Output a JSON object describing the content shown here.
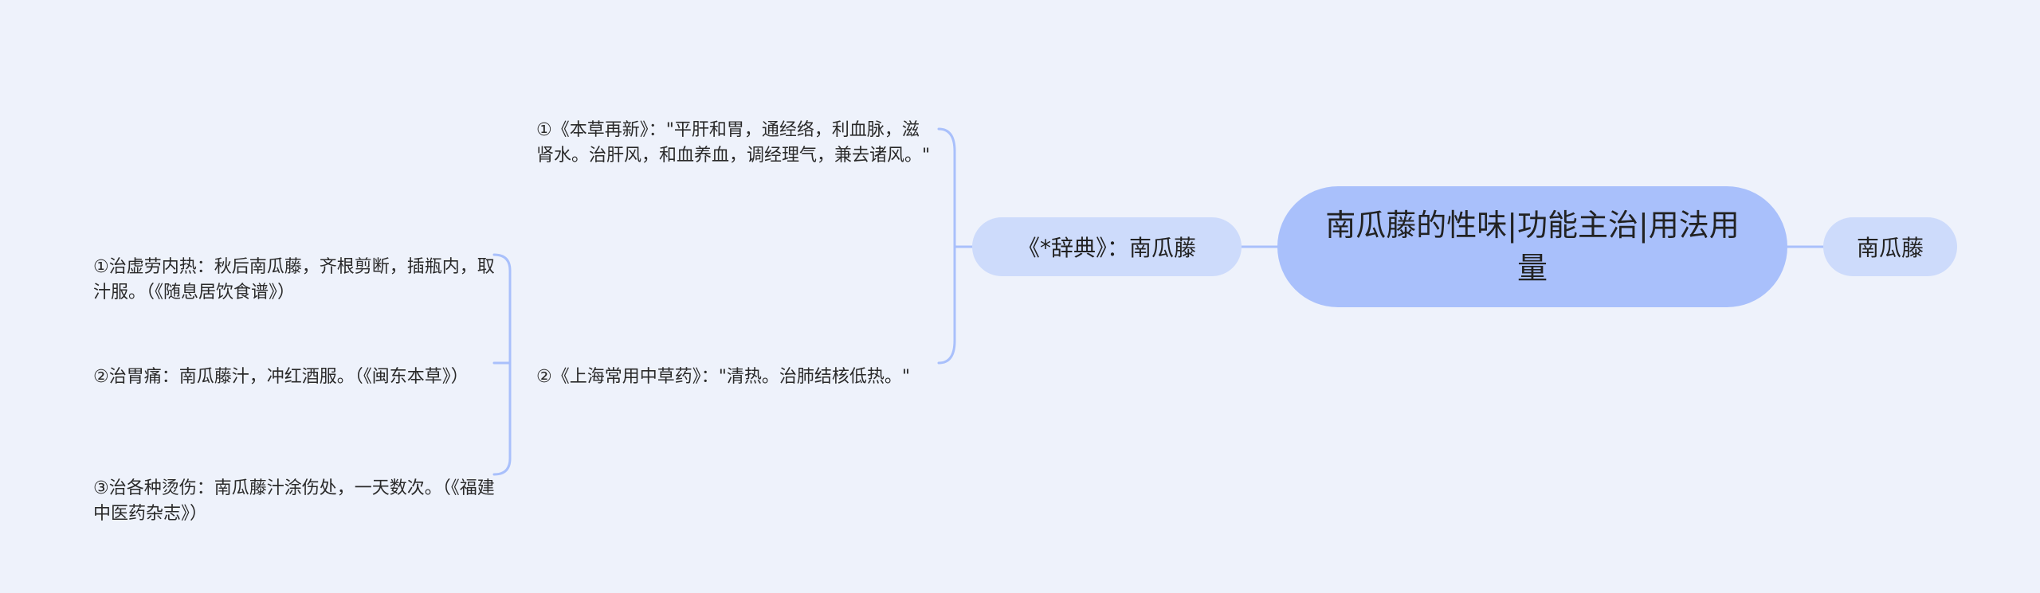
{
  "mindmap": {
    "root": {
      "label": "南瓜藤的性味|功能主治|用法用量"
    },
    "right_branch": {
      "label": "南瓜藤"
    },
    "left_branch": {
      "label": "《*辞典》：南瓜藤",
      "children": [
        {
          "text": "①《本草再新》：\"平肝和胃，通经络，利血脉，滋肾水。治肝风，和血养血，调经理气，兼去诸风。\""
        },
        {
          "text": "②《上海常用中草药》：\"清热。治肺结核低热。\"",
          "children": [
            {
              "text": "①治虚劳内热：秋后南瓜藤，齐根剪断，插瓶内，取汁服。（《随息居饮食谱》）"
            },
            {
              "text": "②治胃痛：南瓜藤汁，冲红酒服。（《闽东本草》）"
            },
            {
              "text": "③治各种烫伤：南瓜藤汁涂伤处，一天数次。（《福建中医药杂志》）"
            }
          ]
        }
      ]
    }
  },
  "colors": {
    "background": "#eef2fb",
    "root_fill": "#a9c0fb",
    "pill_fill": "#cddbfb",
    "connector": "#a9c0fb"
  }
}
